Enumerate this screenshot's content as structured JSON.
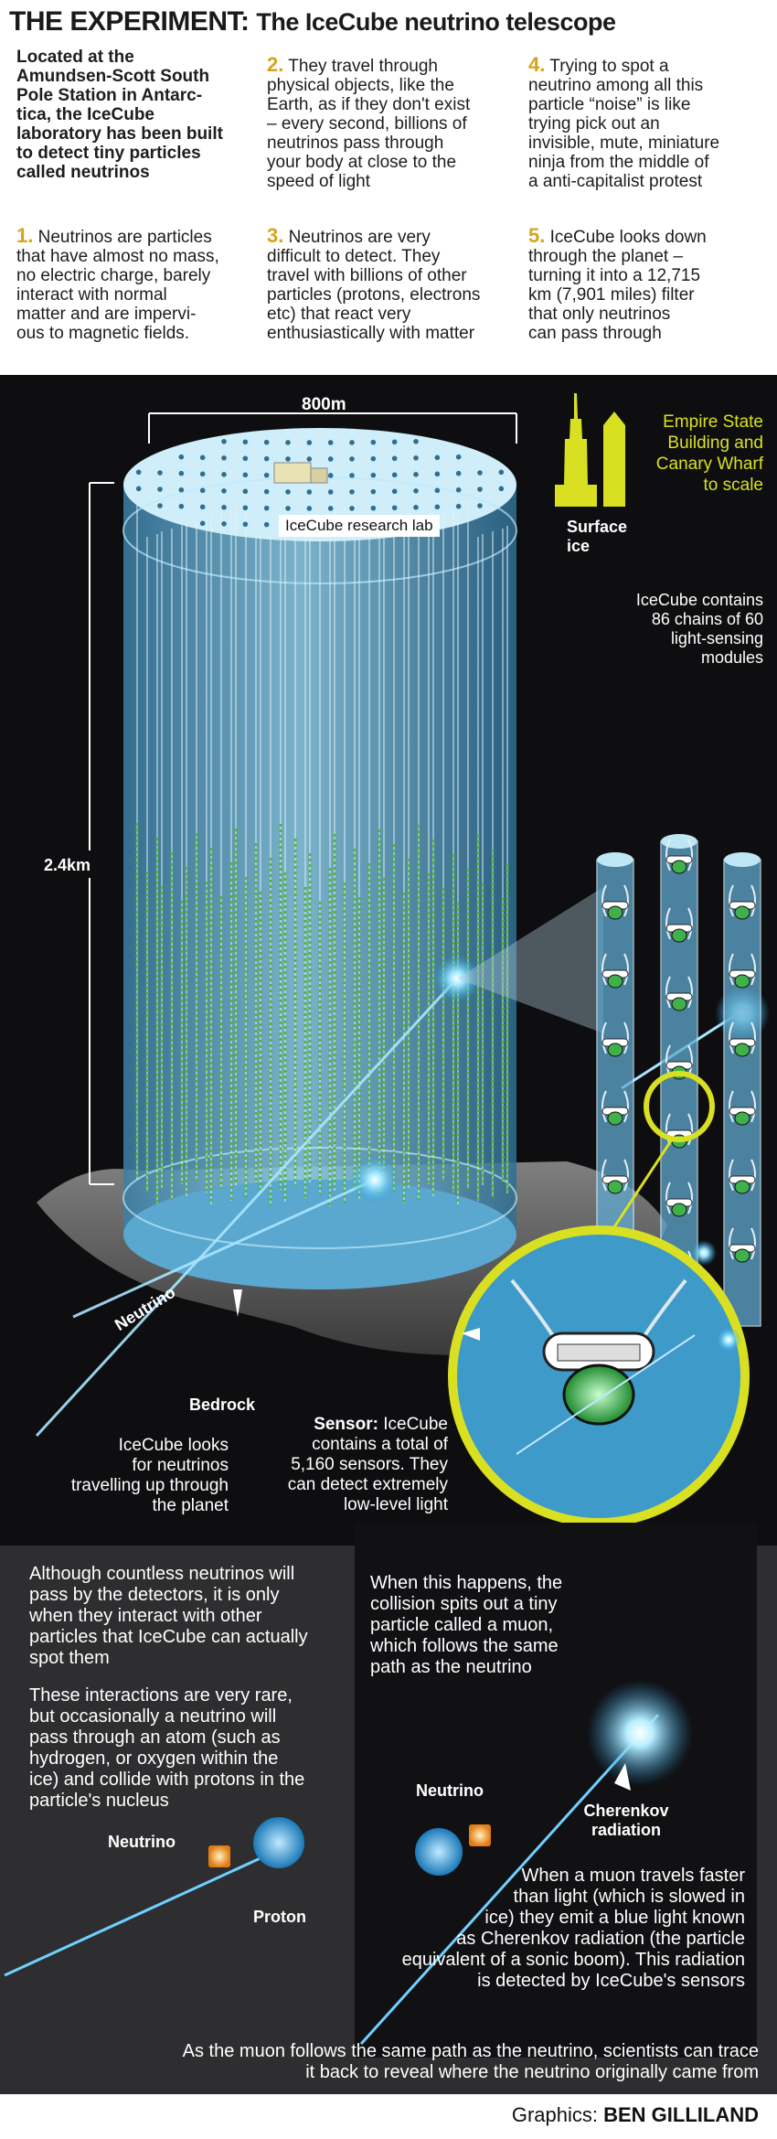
{
  "header": {
    "title_main": "THE EXPERIMENT:",
    "title_sub": "The IceCube neutrino telescope"
  },
  "intro": {
    "lines": [
      "Located at the",
      "Amundsen-Scott South",
      "Pole Station in Antarc-",
      "tica, the IceCube",
      "laboratory has been built",
      "to detect tiny particles",
      "called neutrinos"
    ]
  },
  "points": [
    {
      "num": "1.",
      "lines": [
        "Neutrinos are particles",
        "that have almost no mass,",
        "no electric charge, barely",
        "interact with normal",
        "matter and are impervi-",
        "ous to magnetic fields."
      ]
    },
    {
      "num": "2.",
      "lines": [
        "They travel through",
        "physical objects, like the",
        "Earth, as if they don't exist",
        "– every second, billions of",
        "neutrinos pass through",
        "your body at close to the",
        "speed of light"
      ]
    },
    {
      "num": "3.",
      "lines": [
        "Neutrinos are very",
        "difficult to detect. They",
        "travel with billions of other",
        "particles (protons, electrons",
        "etc) that react very",
        "enthusiastically with matter"
      ]
    },
    {
      "num": "4.",
      "lines": [
        "Trying to spot a",
        "neutrino among all this",
        "particle “noise” is like",
        "trying pick out an",
        "invisible, mute, miniature",
        "ninja from the middle of",
        "a anti-capitalist protest"
      ]
    },
    {
      "num": "5.",
      "lines": [
        "IceCube looks down",
        "through the planet –",
        "turning it into a 12,715",
        "km (7,901 miles) filter",
        "that only neutrinos",
        "can pass through"
      ]
    }
  ],
  "diagram": {
    "width_label": "800m",
    "height_label": "2.4km",
    "lab_label": "IceCube research lab",
    "surface_label": [
      "Surface",
      "ice"
    ],
    "scale_label": [
      "Empire State",
      "Building and",
      "Canary Wharf",
      "to scale"
    ],
    "chains_label": [
      "IceCube contains",
      "86 chains of 60",
      "light-sensing",
      "modules"
    ],
    "neutrino_label": "Neutrino",
    "bedrock_label": "Bedrock",
    "looks_label": [
      "IceCube looks",
      "for neutrinos",
      "travelling up through",
      "the planet"
    ],
    "sensor_title": "Sensor:",
    "sensor_lines": [
      "IceCube",
      "contains a total of",
      "5,160 sensors. They",
      "can detect extremely",
      "low-level light"
    ]
  },
  "lower": {
    "left_p1": [
      "Although countless neutrinos will",
      "pass by the detectors, it is only",
      "when they interact with other",
      "particles that IceCube can actually",
      "spot them"
    ],
    "left_p2": [
      "These interactions are very rare,",
      "but occasionally a neutrino will",
      "pass through an atom (such as",
      "hydrogen, or oxygen within the",
      "ice) and collide with protons in the",
      "particle's nucleus"
    ],
    "neutrino_left": "Neutrino",
    "proton": "Proton",
    "right_p1": [
      "When this happens, the",
      "collision spits out a tiny",
      "particle called a muon,",
      "which follows the same",
      "path as the neutrino"
    ],
    "neutrino_right": "Neutrino",
    "cherenkov": [
      "Cherenkov",
      "radiation"
    ],
    "right_p2": [
      "When a muon travels faster",
      "than light (which is slowed in",
      "ice) they emit a blue light known",
      "as Cherenkov radiation (the particle",
      "equivalent of a sonic boom). This radiation",
      "is detected by IceCube's sensors"
    ],
    "bottom": [
      "As the muon follows the same path as the neutrino, scientists can trace",
      "it back to reveal where the neutrino originally came from"
    ]
  },
  "credit": {
    "label": "Graphics:",
    "name": "BEN GILLILAND"
  },
  "colors": {
    "accent_yellow": "#d9e021",
    "number_gold": "#d6a41a",
    "ice_blue": "#7fc6e6",
    "background_dark": "#0e0e10"
  }
}
